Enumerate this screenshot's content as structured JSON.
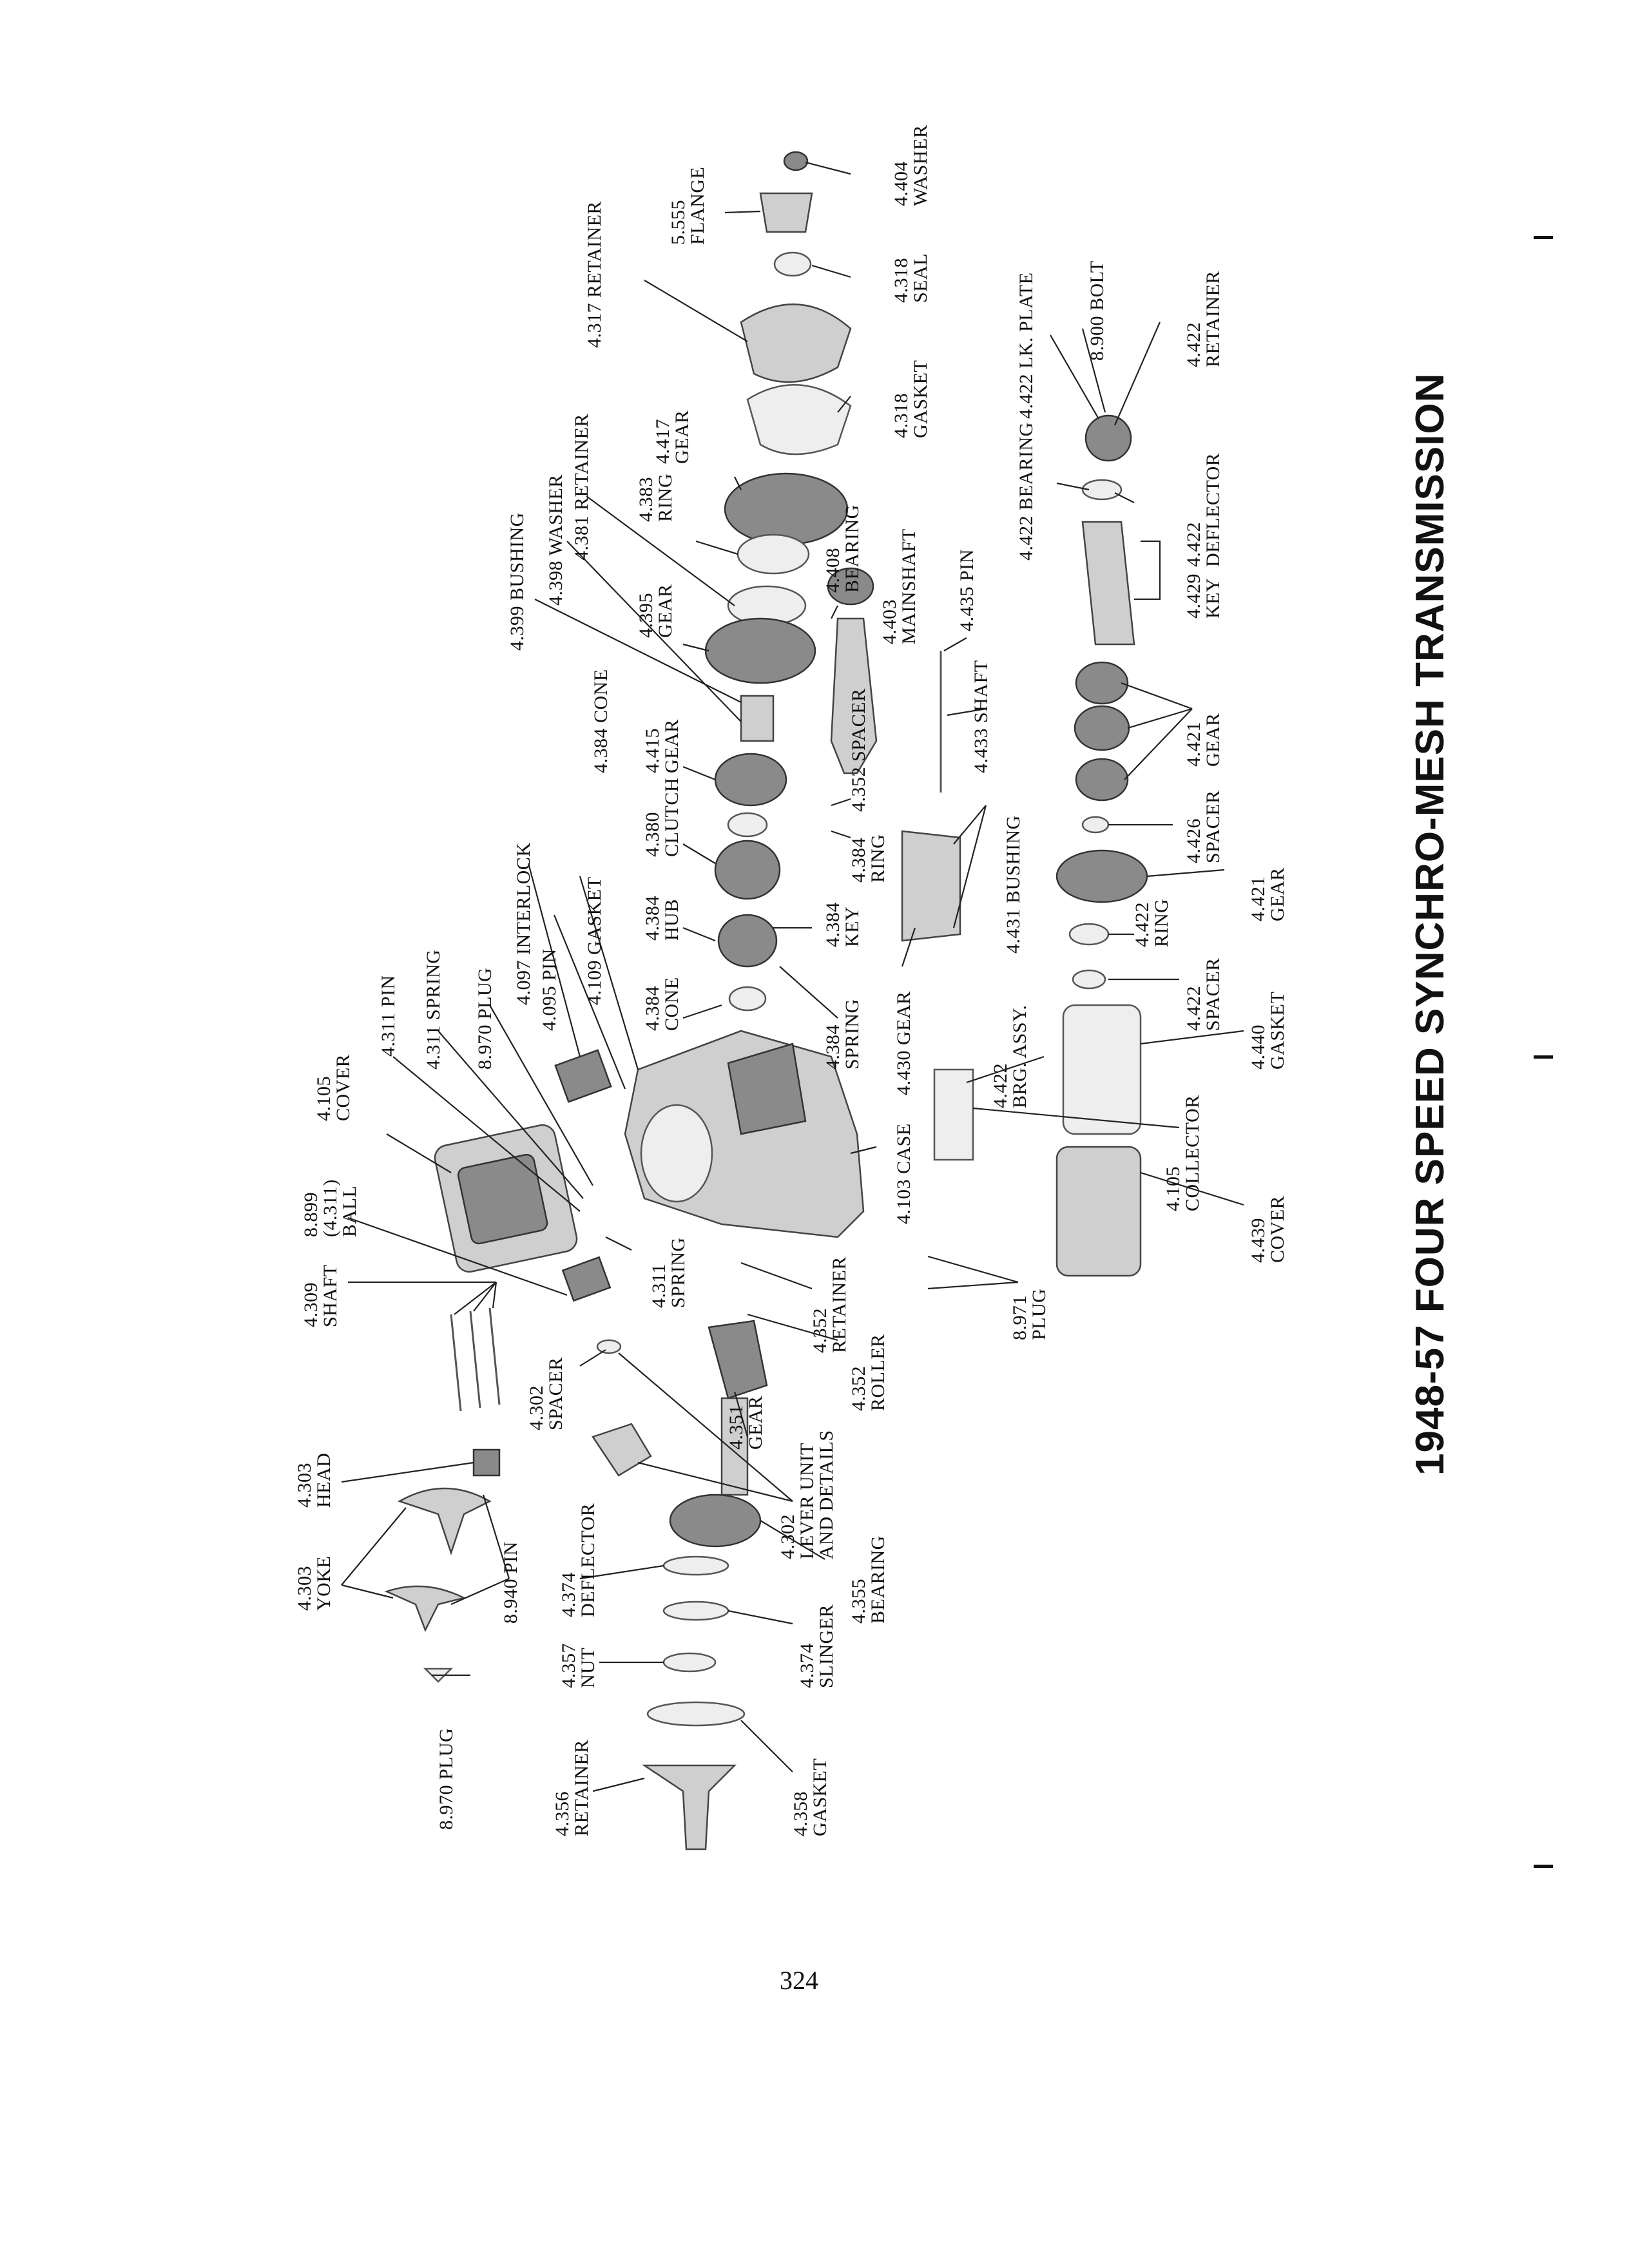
{
  "title": "1948-57 FOUR SPEED SYNCHRO-MESH TRANSMISSION",
  "page_number": "324",
  "parts": [
    {
      "id": "4.404",
      "lines": [
        "4.404",
        "WASHER"
      ]
    },
    {
      "id": "5.555",
      "lines": [
        "5.555",
        "FLANGE"
      ]
    },
    {
      "id": "4.318s",
      "lines": [
        "4.318",
        "SEAL"
      ]
    },
    {
      "id": "4.317",
      "lines": [
        "4.317 RETAINER"
      ]
    },
    {
      "id": "4.318g",
      "lines": [
        "4.318",
        "GASKET"
      ]
    },
    {
      "id": "4.417",
      "lines": [
        "4.417",
        "GEAR"
      ]
    },
    {
      "id": "4.383",
      "lines": [
        "4.383",
        "RING"
      ]
    },
    {
      "id": "4.381",
      "lines": [
        "4.381 RETAINER"
      ]
    },
    {
      "id": "4.398",
      "lines": [
        "4.398 WASHER"
      ]
    },
    {
      "id": "4.399",
      "lines": [
        "4.399 BUSHING"
      ]
    },
    {
      "id": "4.395",
      "lines": [
        "4.395",
        "GEAR"
      ]
    },
    {
      "id": "4.408",
      "lines": [
        "4.408",
        "BEARING"
      ]
    },
    {
      "id": "4.403",
      "lines": [
        "4.403",
        "MAINSHAFT"
      ]
    },
    {
      "id": "4.435",
      "lines": [
        "4.435 PIN"
      ]
    },
    {
      "id": "4.422lk",
      "lines": [
        "4.422 LK. PLATE"
      ]
    },
    {
      "id": "8.900",
      "lines": [
        "8.900 BOLT"
      ]
    },
    {
      "id": "4.422ret",
      "lines": [
        "4.422",
        "RETAINER"
      ]
    },
    {
      "id": "4.422brg",
      "lines": [
        "4.422 BEARING"
      ]
    },
    {
      "id": "4.422def",
      "lines": [
        "4.422",
        "DEFLECTOR"
      ]
    },
    {
      "id": "4.429",
      "lines": [
        "4.429",
        "KEY"
      ]
    },
    {
      "id": "4.384cone1",
      "lines": [
        "4.384 CONE"
      ]
    },
    {
      "id": "4.415",
      "lines": [
        "4.415",
        "GEAR"
      ]
    },
    {
      "id": "4.433",
      "lines": [
        "4.433 SHAFT"
      ]
    },
    {
      "id": "4.421g1",
      "lines": [
        "4.421",
        "GEAR"
      ]
    },
    {
      "id": "4.352sp",
      "lines": [
        "4.352 SPACER"
      ]
    },
    {
      "id": "4.380",
      "lines": [
        "4.380",
        "CLUTCH"
      ]
    },
    {
      "id": "4.384ring",
      "lines": [
        "4.384",
        "RING"
      ]
    },
    {
      "id": "4.431",
      "lines": [
        "4.431 BUSHING"
      ]
    },
    {
      "id": "4.426",
      "lines": [
        "4.426",
        "SPACER"
      ]
    },
    {
      "id": "4.421g2",
      "lines": [
        "4.421",
        "GEAR"
      ]
    },
    {
      "id": "4.097",
      "lines": [
        "4.097 INTERLOCK"
      ]
    },
    {
      "id": "4.109",
      "lines": [
        "4.109 GASKET"
      ]
    },
    {
      "id": "4.095",
      "lines": [
        "4.095 PIN"
      ]
    },
    {
      "id": "4.384hub",
      "lines": [
        "4.384",
        "HUB"
      ]
    },
    {
      "id": "4.384key",
      "lines": [
        "4.384",
        "KEY"
      ]
    },
    {
      "id": "4.422ring",
      "lines": [
        "4.422",
        "RING"
      ]
    },
    {
      "id": "4.311pin",
      "lines": [
        "4.311 PIN"
      ]
    },
    {
      "id": "4.311spr",
      "lines": [
        "4.311 SPRING"
      ]
    },
    {
      "id": "8.970plug1",
      "lines": [
        "8.970 PLUG"
      ]
    },
    {
      "id": "4.384cone2",
      "lines": [
        "4.384",
        "CONE"
      ]
    },
    {
      "id": "4.384spr",
      "lines": [
        "4.384",
        "SPRING"
      ]
    },
    {
      "id": "4.430",
      "lines": [
        "4.430 GEAR"
      ]
    },
    {
      "id": "4.422brgassy",
      "lines": [
        "4.422",
        "BRG. ASSY."
      ]
    },
    {
      "id": "4.422sp",
      "lines": [
        "4.422",
        "SPACER"
      ]
    },
    {
      "id": "4.440",
      "lines": [
        "4.440",
        "GASKET"
      ]
    },
    {
      "id": "4.105cover",
      "lines": [
        "4.105",
        "COVER"
      ]
    },
    {
      "id": "4.103",
      "lines": [
        "4.103 CASE"
      ]
    },
    {
      "id": "4.105coll",
      "lines": [
        "4.105",
        "COLLECTOR"
      ]
    },
    {
      "id": "4.439",
      "lines": [
        "4.439",
        "COVER"
      ]
    },
    {
      "id": "8.899",
      "lines": [
        "8.899",
        "(4.311)",
        "BALL"
      ]
    },
    {
      "id": "4.311spr2",
      "lines": [
        "4.311",
        "SPRING"
      ]
    },
    {
      "id": "4.352ret",
      "lines": [
        "4.352",
        "RETAINER"
      ]
    },
    {
      "id": "8.971",
      "lines": [
        "8.971",
        "PLUG"
      ]
    },
    {
      "id": "4.309",
      "lines": [
        "4.309",
        "SHAFT"
      ]
    },
    {
      "id": "4.352rol",
      "lines": [
        "4.352",
        "ROLLER"
      ]
    },
    {
      "id": "4.302sp",
      "lines": [
        "4.302",
        "SPACER"
      ]
    },
    {
      "id": "4.351",
      "lines": [
        "4.351",
        "GEAR"
      ]
    },
    {
      "id": "4.303head",
      "lines": [
        "4.303",
        "HEAD"
      ]
    },
    {
      "id": "4.302lev",
      "lines": [
        "4.302",
        "LEVER UNIT",
        "AND DETAILS"
      ]
    },
    {
      "id": "4.303yoke",
      "lines": [
        "4.303",
        "YOKE"
      ]
    },
    {
      "id": "8.940",
      "lines": [
        "8.940 PIN"
      ]
    },
    {
      "id": "4.374def",
      "lines": [
        "4.374",
        "DEFLECTOR"
      ]
    },
    {
      "id": "4.355",
      "lines": [
        "4.355",
        "BEARING"
      ]
    },
    {
      "id": "4.374sl",
      "lines": [
        "4.374",
        "SLINGER"
      ]
    },
    {
      "id": "4.357",
      "lines": [
        "4.357",
        "NUT"
      ]
    },
    {
      "id": "8.970plug2",
      "lines": [
        "8.970 PLUG"
      ]
    },
    {
      "id": "4.356",
      "lines": [
        "4.356",
        "RETAINER"
      ]
    },
    {
      "id": "4.358",
      "lines": [
        "4.358",
        "GASKET"
      ]
    }
  ]
}
